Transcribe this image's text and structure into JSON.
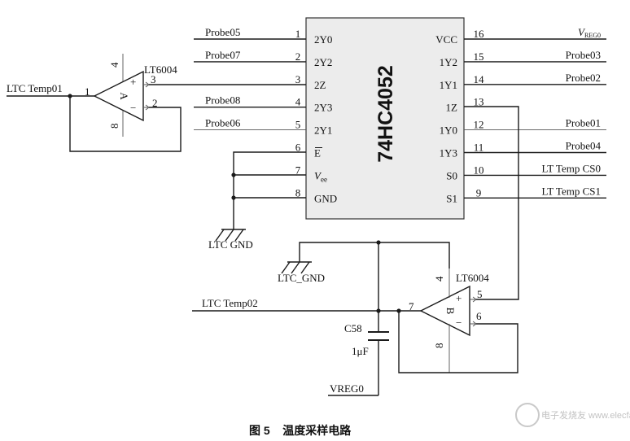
{
  "ic": {
    "part": "74HC4052",
    "left_pins": [
      {
        "num": "1",
        "name": "2Y0",
        "net": "Probe05"
      },
      {
        "num": "2",
        "name": "2Y2",
        "net": "Probe07"
      },
      {
        "num": "3",
        "name": "2Z",
        "net": ""
      },
      {
        "num": "4",
        "name": "2Y3",
        "net": "Probe08"
      },
      {
        "num": "5",
        "name": "2Y1",
        "net": "Probe06"
      },
      {
        "num": "6",
        "name": "E",
        "net": ""
      },
      {
        "num": "7",
        "name": "Vee",
        "net": ""
      },
      {
        "num": "8",
        "name": "GND",
        "net": ""
      }
    ],
    "right_pins": [
      {
        "num": "16",
        "name": "VCC",
        "net": "VREG0"
      },
      {
        "num": "15",
        "name": "1Y2",
        "net": "Probe03"
      },
      {
        "num": "14",
        "name": "1Y1",
        "net": "Probe02"
      },
      {
        "num": "13",
        "name": "1Z",
        "net": ""
      },
      {
        "num": "12",
        "name": "1Y0",
        "net": "Probe01"
      },
      {
        "num": "11",
        "name": "1Y3",
        "net": "Probe04"
      },
      {
        "num": "10",
        "name": "S0",
        "net": "LT Temp CS0"
      },
      {
        "num": "9",
        "name": "S1",
        "net": "LT Temp CS1"
      }
    ]
  },
  "opamp_a": {
    "part": "LT6004",
    "symbol": "A",
    "plus_pin": "3",
    "minus_pin": "2",
    "out_pin": "1",
    "vplus_pin": "4",
    "vminus_pin": "8",
    "out_net": "LTC Temp01",
    "gnd_label": "LTC GND"
  },
  "opamp_b": {
    "part": "LT6004",
    "symbol": "B",
    "plus_pin": "5",
    "minus_pin": "6",
    "out_pin": "7",
    "vplus_pin": "4",
    "vminus_pin": "8",
    "out_net": "LTC  Temp02",
    "gnd_label": "LTC_GND"
  },
  "capacitor": {
    "ref": "C58",
    "value": "1μF",
    "net": "VREG0"
  },
  "caption": "图 5    温度采样电路",
  "watermark": "电子发烧友 www.elecfans.com"
}
